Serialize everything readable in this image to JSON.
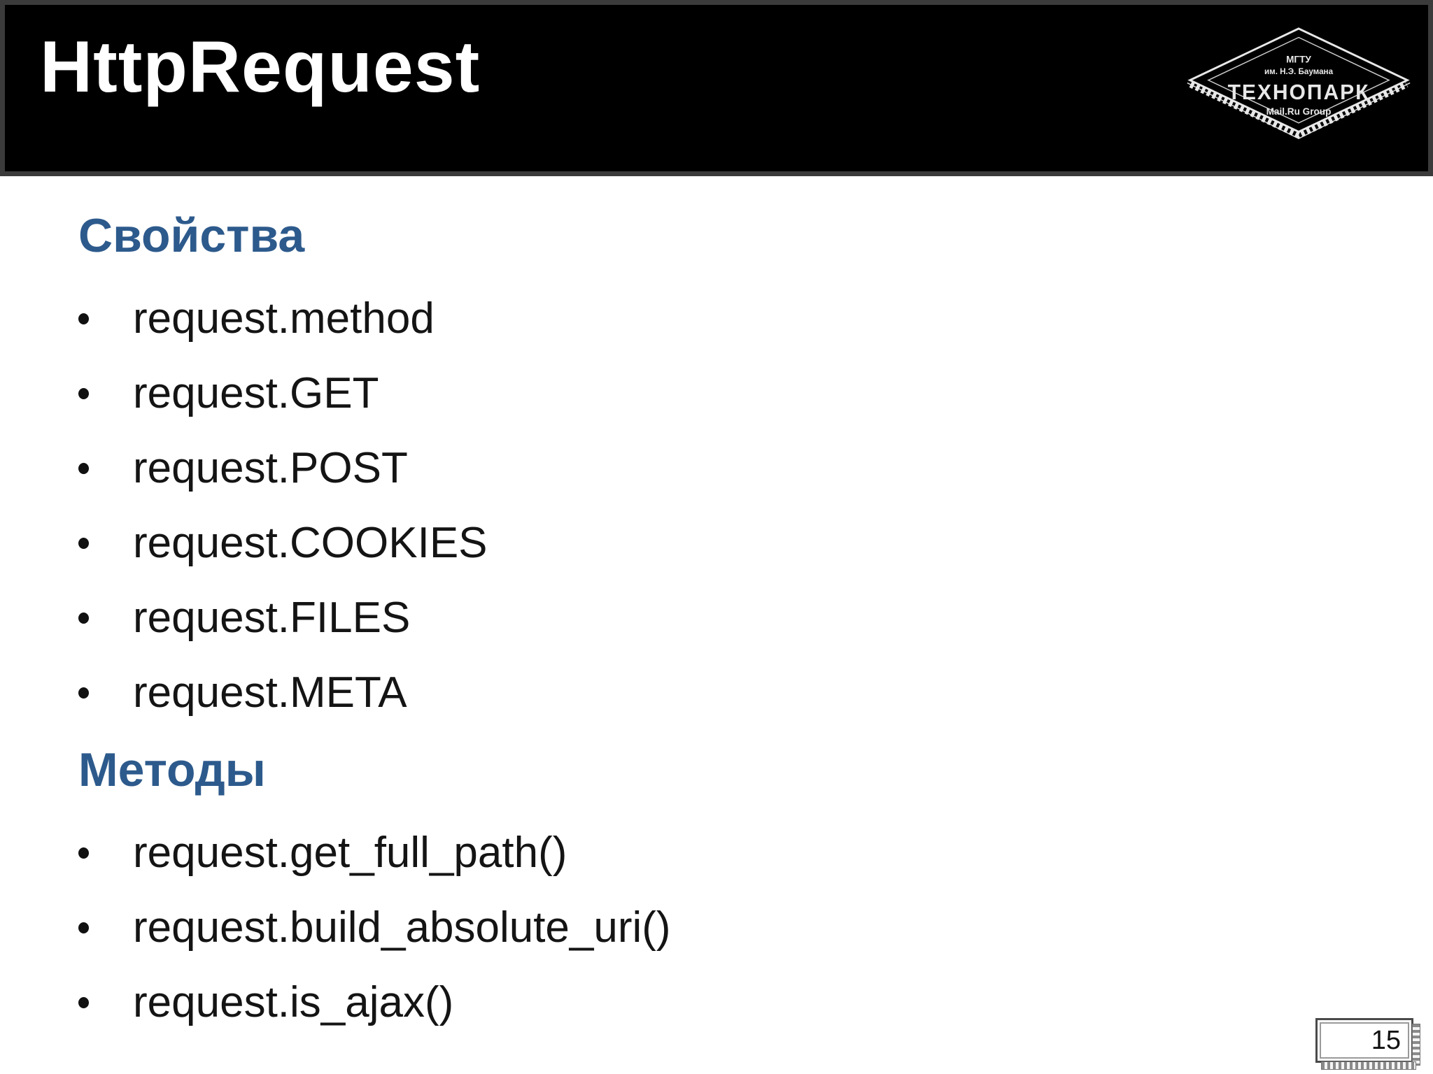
{
  "slide": {
    "title": "HttpRequest",
    "page_number": "15"
  },
  "logo": {
    "line1": "МГТУ",
    "line2": "им. Н.Э. Баумана",
    "name": "ТЕХНОПАРК",
    "line4": "Mail.Ru Group"
  },
  "sections": [
    {
      "heading": "Свойства",
      "items": [
        "request.method",
        "request.GET",
        "request.POST",
        "request.COOKIES",
        "request.FILES",
        "request.META"
      ]
    },
    {
      "heading": "Методы",
      "items": [
        "request.get_full_path()",
        "request.build_absolute_uri()",
        "request.is_ajax()"
      ]
    }
  ],
  "colors": {
    "header_bg": "#000000",
    "header_border": "#3b3b3b",
    "title_text": "#ffffff",
    "heading_blue": "#2d5a8c",
    "body_text": "#141414",
    "slide_bg": "#ffffff"
  }
}
